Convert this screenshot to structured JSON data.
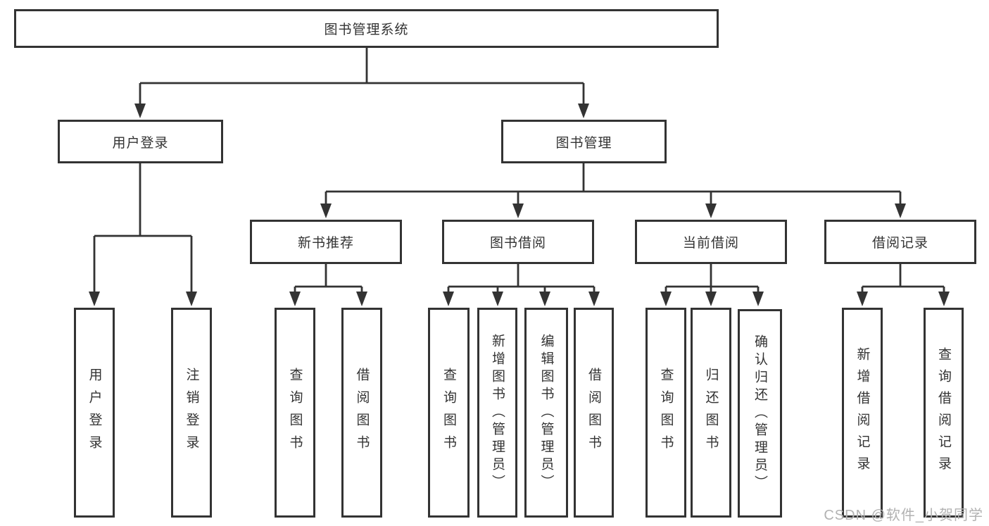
{
  "colors": {
    "line": "#333333",
    "text": "#333333",
    "watermark": "#b2b2b2",
    "background": "#ffffff"
  },
  "tree": {
    "root": {
      "label": "图书管理系统"
    },
    "login": {
      "label": "用户登录",
      "children": [
        {
          "label": "用户登录"
        },
        {
          "label": "注销登录"
        }
      ]
    },
    "manage": {
      "label": "图书管理",
      "sections": [
        {
          "label": "新书推荐",
          "children": [
            {
              "label": "查询图书"
            },
            {
              "label": "借阅图书"
            }
          ]
        },
        {
          "label": "图书借阅",
          "children": [
            {
              "label": "查询图书"
            },
            {
              "label": "新增图书（管理员）"
            },
            {
              "label": "编辑图书（管理员）"
            },
            {
              "label": "借阅图书"
            }
          ]
        },
        {
          "label": "当前借阅",
          "children": [
            {
              "label": "查询图书"
            },
            {
              "label": "归还图书"
            },
            {
              "label": "确认归还（管理员）"
            }
          ]
        },
        {
          "label": "借阅记录",
          "children": [
            {
              "label": "新增借阅记录"
            },
            {
              "label": "查询借阅记录"
            }
          ]
        }
      ]
    }
  },
  "watermark": {
    "text": "CSDN @软件_小贺同学"
  }
}
